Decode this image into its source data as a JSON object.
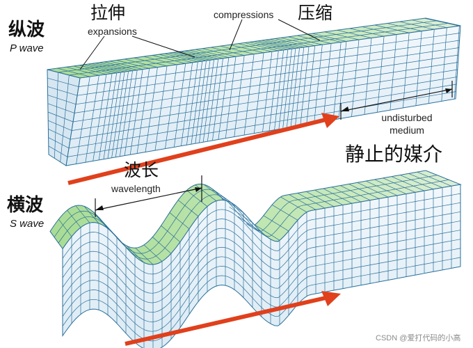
{
  "p_wave": {
    "title_zh": "纵波",
    "title_en": "P wave",
    "expansions_zh": "拉伸",
    "expansions_en": "expansions",
    "compressions_en": "compressions",
    "compressions_zh": "压缩",
    "undisturbed_en_line1": "undisturbed",
    "undisturbed_en_line2": "medium",
    "undisturbed_zh": "静止的媒介"
  },
  "s_wave": {
    "title_zh": "横波",
    "title_en": "S wave",
    "wavelength_zh": "波长",
    "wavelength_en": "wavelength"
  },
  "colors": {
    "grid_line": "#2a6f9a",
    "face_fill": "#eaf4fb",
    "top_fill": "#b9e2a8",
    "arrow": "#e0401c",
    "dim_line": "#111111"
  },
  "watermark": "CSDN @爱打代码的小高"
}
